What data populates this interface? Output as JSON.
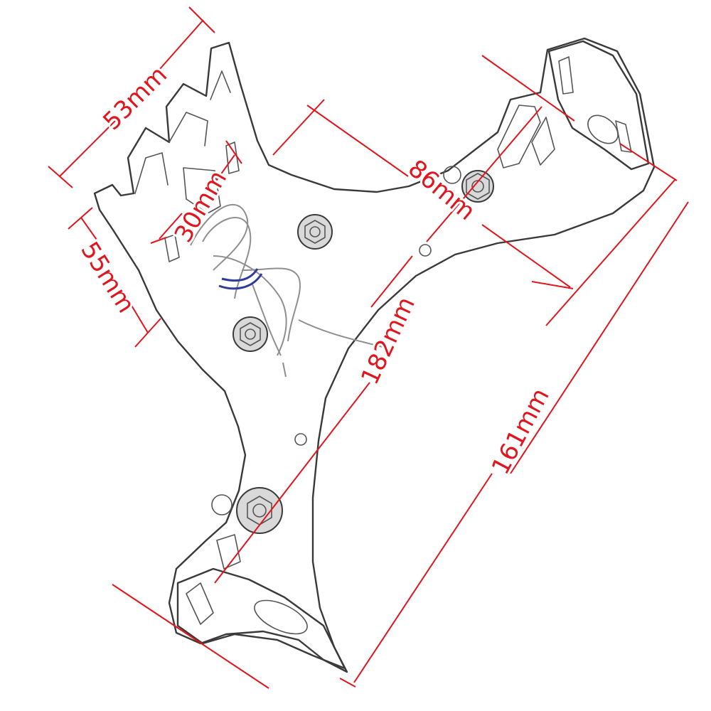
{
  "diagram": {
    "dimension_color": "#e0151d",
    "dimensions": {
      "width_top": "53mm",
      "slot_depth": "30mm",
      "left_height": "55mm",
      "arm_span": "86mm",
      "diagonal_length": "182mm",
      "right_height": "161mm"
    }
  }
}
